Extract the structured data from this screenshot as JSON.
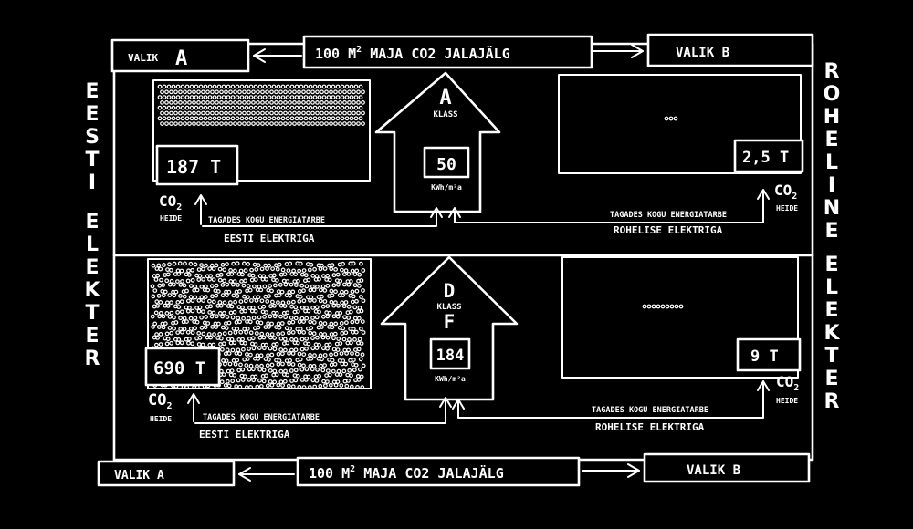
{
  "header": {
    "option_a": {
      "prefix": "VALIK",
      "letter": "A"
    },
    "option_b": "VALIK B",
    "title": {
      "value": "100 M",
      "sup": "2",
      "rest": " MAJA  CO2 JALAJÄLG"
    }
  },
  "footer": {
    "option_a": "VALIK A",
    "option_b": "VALIK B",
    "title": {
      "value": "100 M",
      "sup": "2",
      "rest": " MAJA  CO2 JALAJÄLG"
    }
  },
  "left_label": "EESTI ELEKTER",
  "right_label": "ROHELINE ELEKTER",
  "upper": {
    "house": {
      "class_letter": "A",
      "class_word": "KLASS",
      "value": "50",
      "unit": "KWh/m²a"
    },
    "left": {
      "value": "187 T",
      "co2": "CO",
      "co2_sub": "2",
      "heide": "HEIDE",
      "note": "TAGADES KOGU ENERGIATARBE",
      "supply": "EESTI ELEKTRIGA"
    },
    "right": {
      "value": "2,5 T",
      "co2": "CO",
      "co2_sub": "2",
      "heide": "HEIDE",
      "note": "TAGADES KOGU ENERGIATARBE",
      "supply": "ROHELISE ELEKTRIGA"
    }
  },
  "lower": {
    "house": {
      "class_letter": "D",
      "class_word": "KLASS",
      "class_letter2": "F",
      "value": "184",
      "unit": "KWh/m²a"
    },
    "left": {
      "value": "690 T",
      "co2": "CO",
      "co2_sub": "2",
      "heide": "HEIDE",
      "note": "TAGADES KOGU ENERGIATARBE",
      "supply": "EESTI ELEKTRIGA"
    },
    "right": {
      "value": "9 T",
      "co2": "CO",
      "co2_sub": "2",
      "heide": "HEIDE",
      "note": "TAGADES KOGU ENERGIATARBE",
      "supply": "ROHELISE ELEKTRIGA"
    }
  }
}
